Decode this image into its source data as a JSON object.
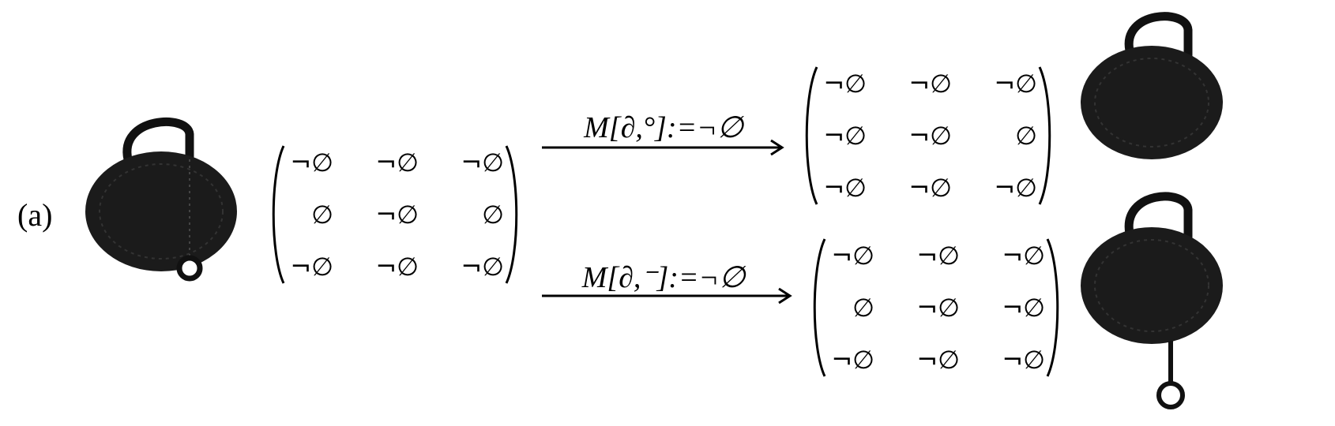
{
  "panel_label": "(a)",
  "source": {
    "rows": [
      [
        "¬∅",
        "¬∅",
        "¬∅"
      ],
      [
        "∅",
        "¬∅",
        "∅"
      ],
      [
        "¬∅",
        "¬∅",
        "¬∅"
      ]
    ]
  },
  "transitions": [
    {
      "label": "M[∂,°]:=¬∅",
      "result": {
        "rows": [
          [
            "¬∅",
            "¬∅",
            "¬∅"
          ],
          [
            "¬∅",
            "¬∅",
            "∅"
          ],
          [
            "¬∅",
            "¬∅",
            "¬∅"
          ]
        ]
      }
    },
    {
      "label": "M[∂,⁻]:=¬∅",
      "result": {
        "rows": [
          [
            "¬∅",
            "¬∅",
            "¬∅"
          ],
          [
            "∅",
            "¬∅",
            "¬∅"
          ],
          [
            "¬∅",
            "¬∅",
            "¬∅"
          ]
        ]
      }
    }
  ],
  "colors": {
    "ink": "#000000",
    "blob": "#1b1b1b",
    "background": "#ffffff"
  },
  "icons": {
    "source": "region-with-handle-and-small-loop-icon",
    "top_result": "region-with-handle-icon",
    "bottom_result": "region-with-handle-and-pendant-icon"
  }
}
